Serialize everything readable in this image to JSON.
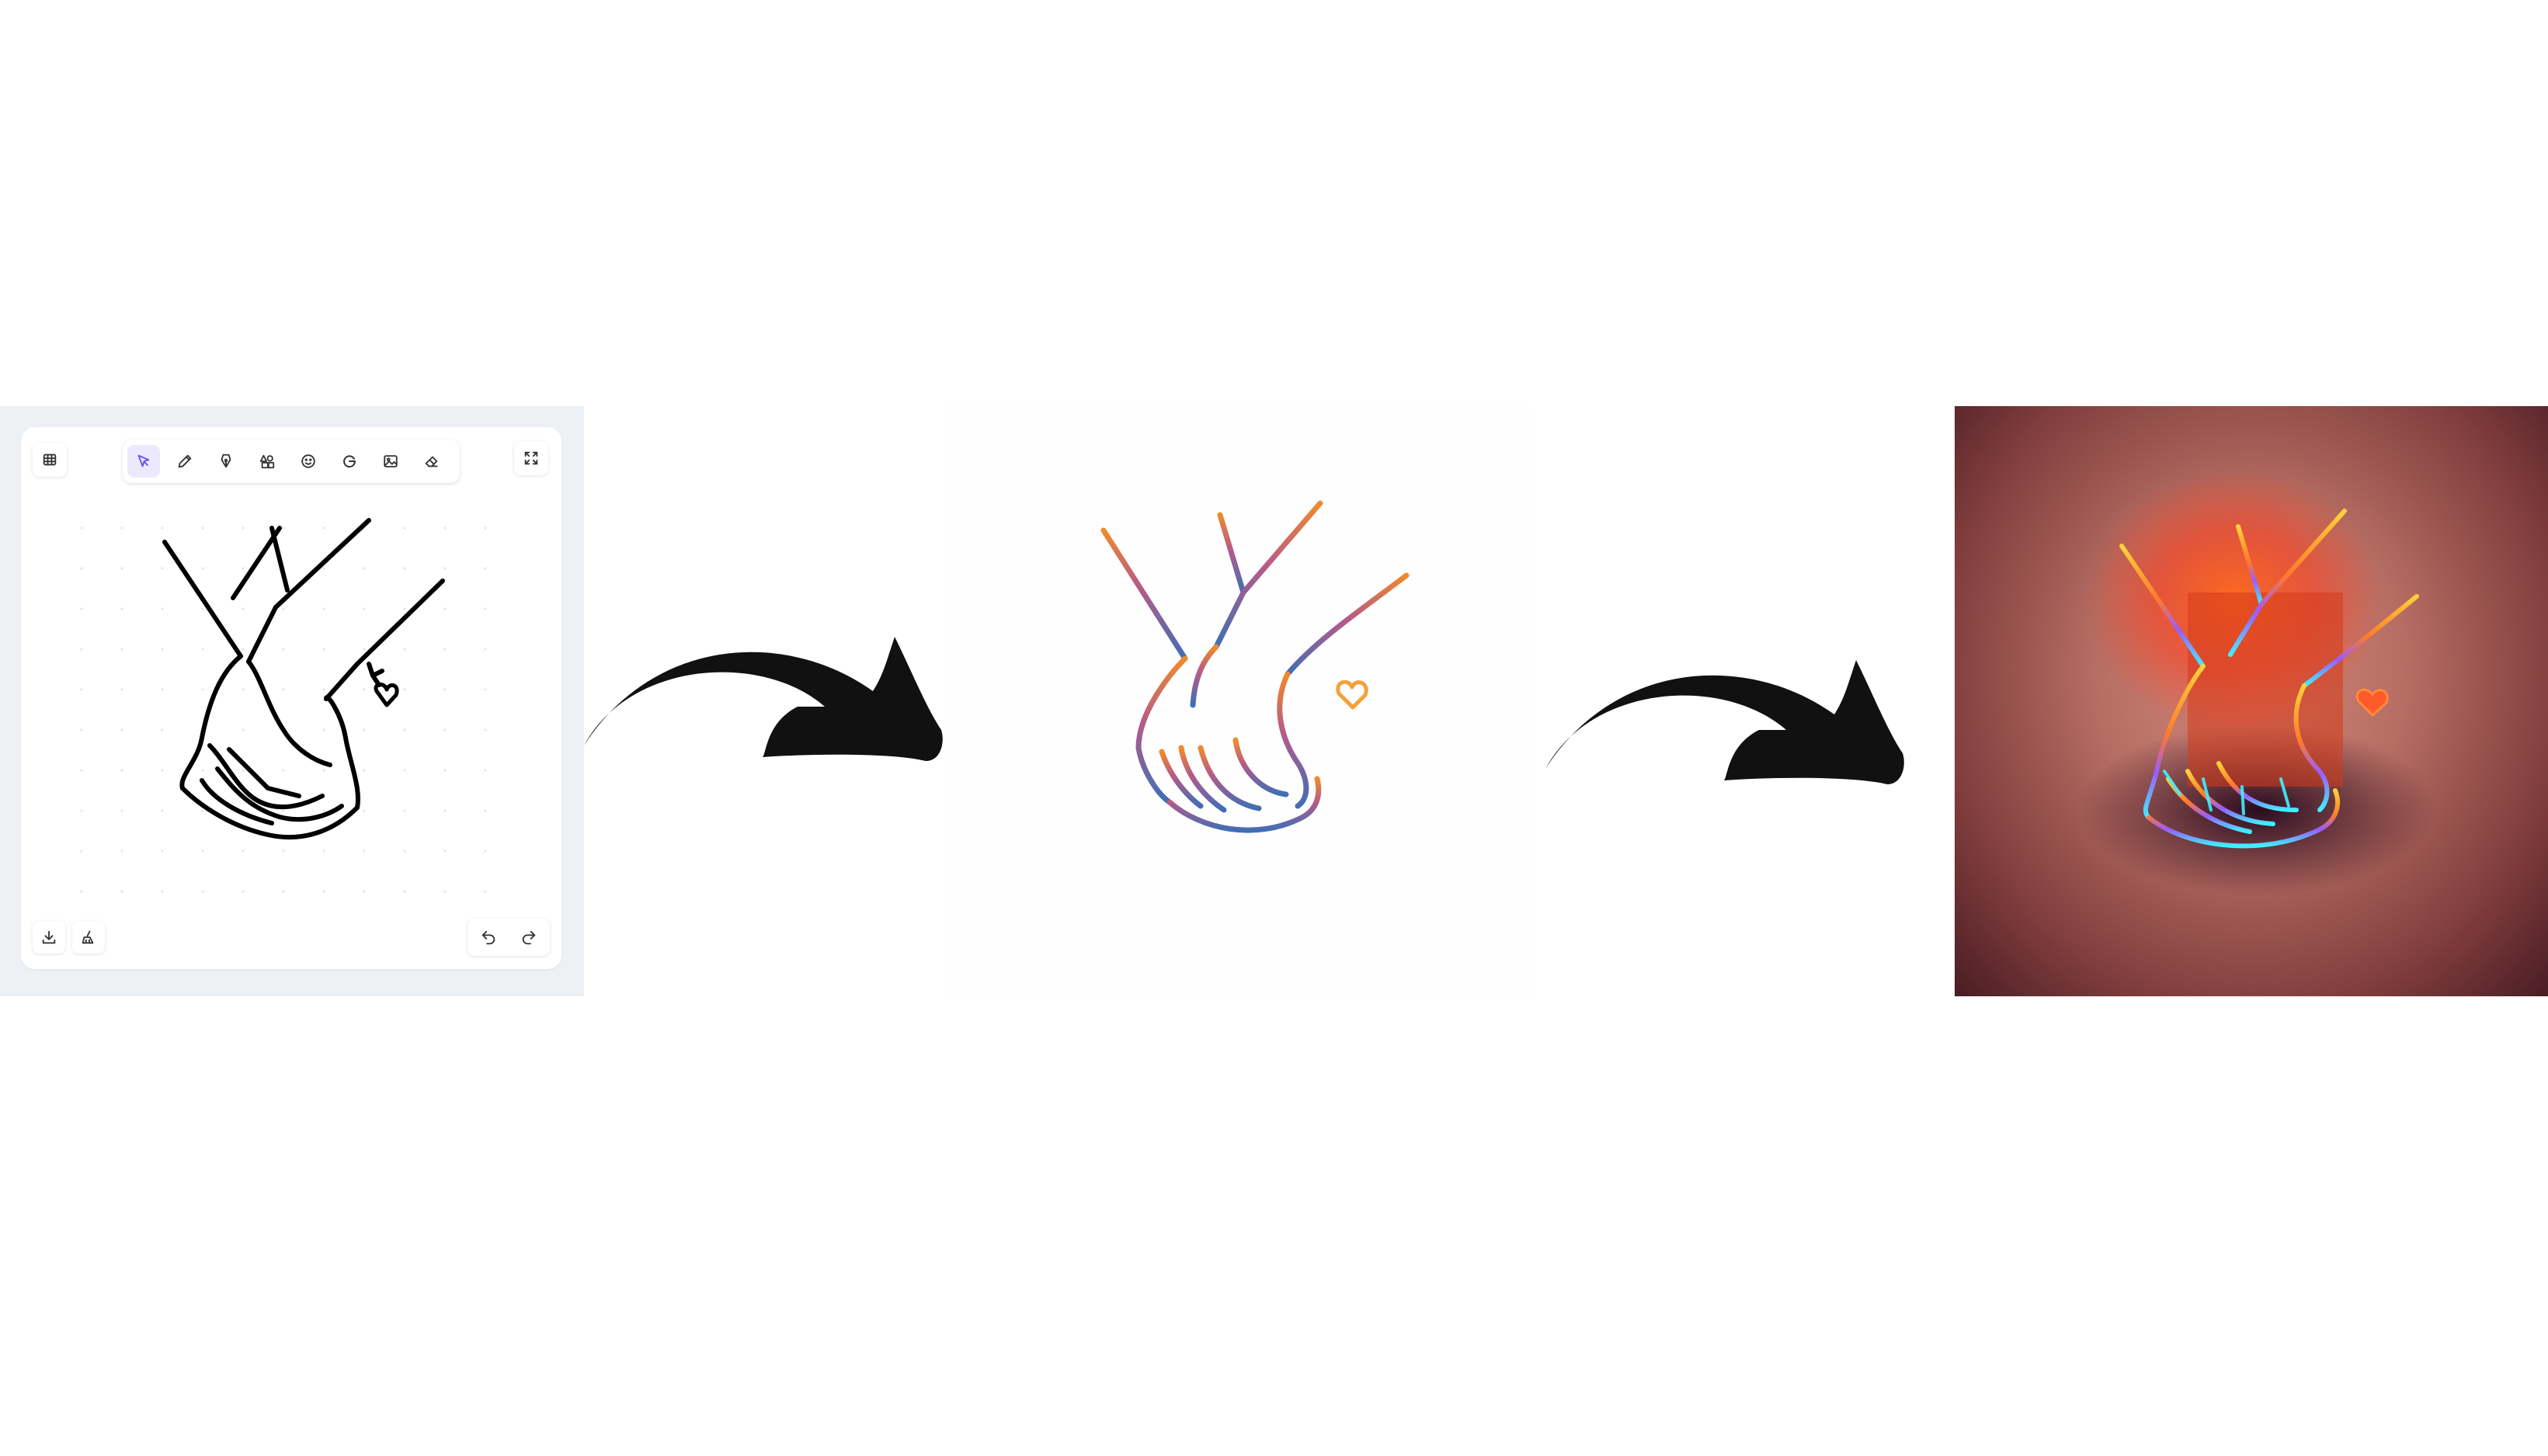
{
  "sketch_app": {
    "left_toolbar": [
      {
        "icon": "grid-icon"
      }
    ],
    "toolbar": [
      {
        "icon": "cursor-icon",
        "active": true
      },
      {
        "icon": "pencil-icon"
      },
      {
        "icon": "pen-nib-icon"
      },
      {
        "icon": "shapes-icon"
      },
      {
        "icon": "emoji-icon"
      },
      {
        "icon": "g-logo-icon"
      },
      {
        "icon": "image-icon"
      },
      {
        "icon": "eraser-icon"
      }
    ],
    "right_toolbar": [
      {
        "icon": "fullscreen-icon"
      }
    ],
    "bottom_left": [
      {
        "icon": "download-icon"
      },
      {
        "icon": "clear-brush-icon"
      }
    ],
    "bottom_right": [
      {
        "icon": "undo-icon"
      },
      {
        "icon": "redo-icon"
      }
    ],
    "accent_color": "#6a4bf0"
  },
  "flow": {
    "arrow_color": "#111111",
    "stages": [
      "sketch",
      "line-art",
      "neon-render"
    ]
  }
}
